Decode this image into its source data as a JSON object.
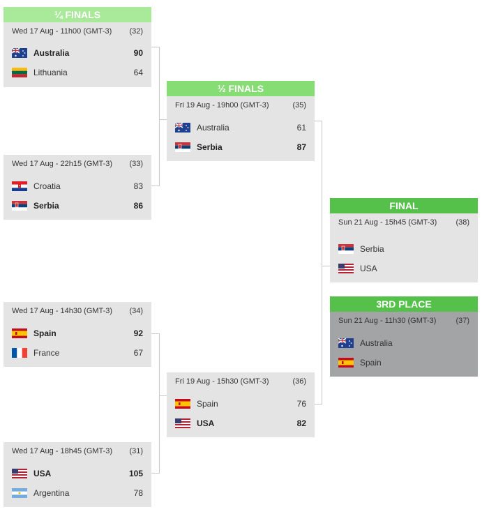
{
  "headers": {
    "quarter": "¼ FINALS",
    "semi": "½ FINALS",
    "final": "FINAL",
    "third": "3RD PLACE"
  },
  "matches": {
    "qf1": {
      "date": "Wed 17 Aug - 11h00 (GMT-3)",
      "game": "(32)",
      "teams": [
        {
          "name": "Australia",
          "score": "90",
          "flag": "australia-flag",
          "winner": true
        },
        {
          "name": "Lithuania",
          "score": "64",
          "flag": "lithuania-flag",
          "winner": false
        }
      ]
    },
    "qf2": {
      "date": "Wed 17 Aug - 22h15 (GMT-3)",
      "game": "(33)",
      "teams": [
        {
          "name": "Croatia",
          "score": "83",
          "flag": "croatia-flag",
          "winner": false
        },
        {
          "name": "Serbia",
          "score": "86",
          "flag": "serbia-flag",
          "winner": true
        }
      ]
    },
    "qf3": {
      "date": "Wed 17 Aug - 14h30 (GMT-3)",
      "game": "(34)",
      "teams": [
        {
          "name": "Spain",
          "score": "92",
          "flag": "spain-flag",
          "winner": true
        },
        {
          "name": "France",
          "score": "67",
          "flag": "france-flag",
          "winner": false
        }
      ]
    },
    "qf4": {
      "date": "Wed 17 Aug - 18h45 (GMT-3)",
      "game": "(31)",
      "teams": [
        {
          "name": "USA",
          "score": "105",
          "flag": "usa-flag",
          "winner": true
        },
        {
          "name": "Argentina",
          "score": "78",
          "flag": "argentina-flag",
          "winner": false
        }
      ]
    },
    "sf1": {
      "date": "Fri 19 Aug - 19h00 (GMT-3)",
      "game": "(35)",
      "teams": [
        {
          "name": "Australia",
          "score": "61",
          "flag": "australia-flag",
          "winner": false
        },
        {
          "name": "Serbia",
          "score": "87",
          "flag": "serbia-flag",
          "winner": true
        }
      ]
    },
    "sf2": {
      "date": "Fri 19 Aug - 15h30 (GMT-3)",
      "game": "(36)",
      "teams": [
        {
          "name": "Spain",
          "score": "76",
          "flag": "spain-flag",
          "winner": false
        },
        {
          "name": "USA",
          "score": "82",
          "flag": "usa-flag",
          "winner": true
        }
      ]
    },
    "final": {
      "date": "Sun 21 Aug - 15h45 (GMT-3)",
      "game": "(38)",
      "teams": [
        {
          "name": "Serbia",
          "score": "",
          "flag": "serbia-flag",
          "winner": false
        },
        {
          "name": "USA",
          "score": "",
          "flag": "usa-flag",
          "winner": false
        }
      ]
    },
    "third": {
      "date": "Sun 21 Aug - 11h30 (GMT-3)",
      "game": "(37)",
      "teams": [
        {
          "name": "Australia",
          "score": "",
          "flag": "australia-flag",
          "winner": false
        },
        {
          "name": "Spain",
          "score": "",
          "flag": "spain-flag",
          "winner": false
        }
      ]
    }
  },
  "colors": {
    "header_quarter": "#a9e99a",
    "header_semi": "#86dd74",
    "header_final": "#55c04a",
    "box": "#e4e4e4",
    "box_third": "#a3a4a6",
    "connector": "#c9c9c9"
  }
}
